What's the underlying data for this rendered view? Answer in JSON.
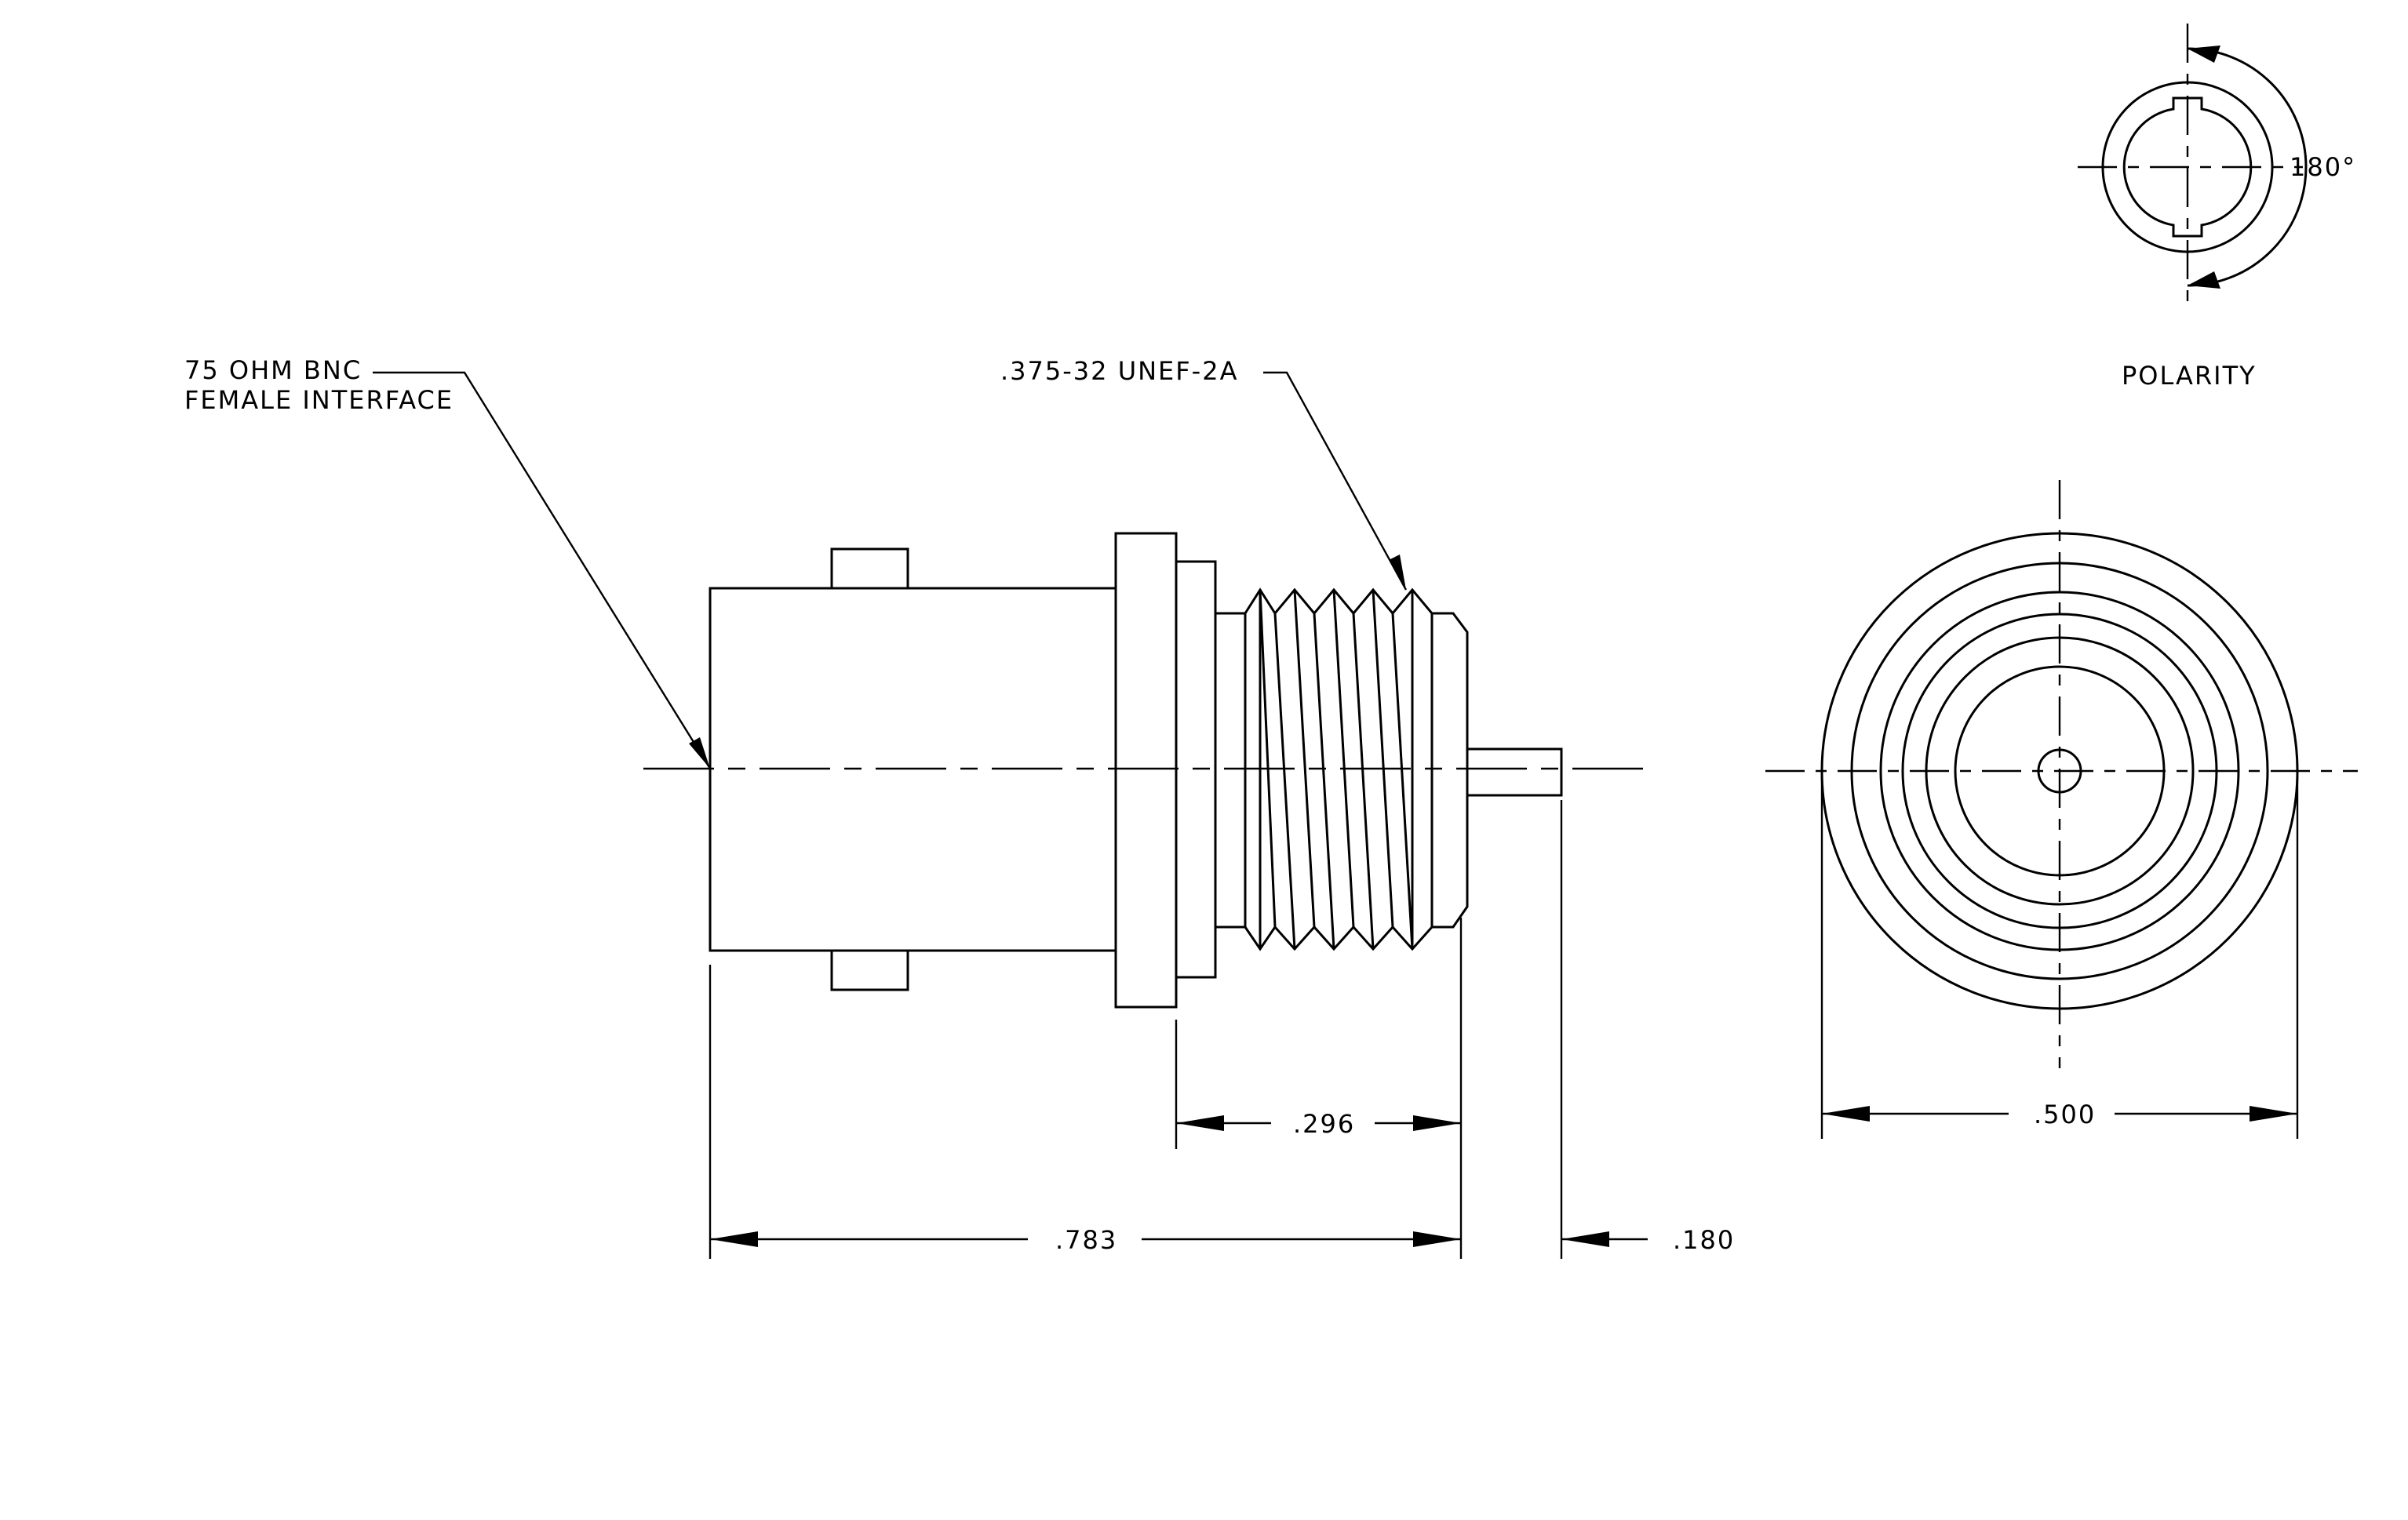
{
  "labels": {
    "interface_line1": "75 OHM BNC",
    "interface_line2": "FEMALE INTERFACE",
    "thread": ".375-32 UNEF-2A",
    "polarity_title": "POLARITY",
    "polarity_angle": "180°"
  },
  "dimensions": {
    "overall_length": ".783",
    "thread_length": ".296",
    "pin_length": ".180",
    "diameter": ".500"
  }
}
